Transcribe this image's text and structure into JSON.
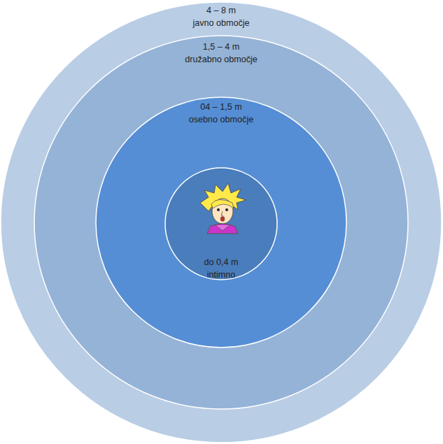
{
  "diagram": {
    "nodes": [
      {
        "text": [
          "4 – 8 m",
          "javno območje"
        ]
      },
      {
        "text": [
          "1,5 – 4 m",
          "družabno območje"
        ],
        "in": 0
      },
      {
        "text": [
          "04 – 1,5 m",
          "osebno območje"
        ],
        "in": 1
      },
      {
        "text": [
          "do 0,4 m",
          "intimno"
        ],
        "in": 2
      }
    ]
  }
}
